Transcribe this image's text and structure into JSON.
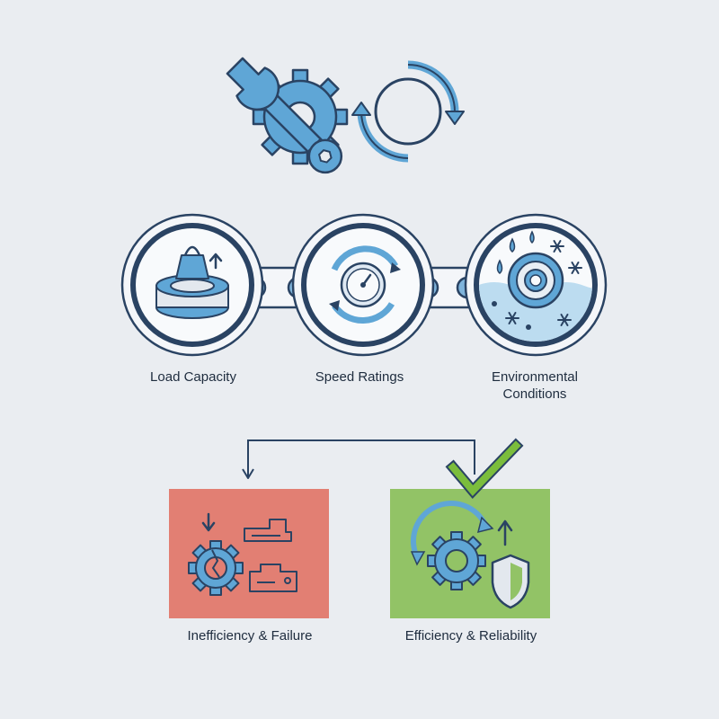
{
  "top_icons": [
    "wrench-gear-icon",
    "cycle-arrows-icon"
  ],
  "factors": [
    {
      "label": "Load Capacity",
      "icon": "weight-on-bearing-icon"
    },
    {
      "label": "Speed Ratings",
      "icon": "speedometer-icon"
    },
    {
      "label": "Environmental\nConditions",
      "icon": "bearing-weather-icon"
    }
  ],
  "outcomes": {
    "failure": {
      "label": "Inefficiency & Failure",
      "color": "#e27f73"
    },
    "success": {
      "label": "Efficiency & Reliability",
      "color": "#92c366"
    }
  },
  "colors": {
    "background": "#eaedf1",
    "icon_blue": "#5fa6d6",
    "outline_navy": "#2a4363",
    "text": "#1e2c3e",
    "check_green": "#7bbd3c"
  }
}
